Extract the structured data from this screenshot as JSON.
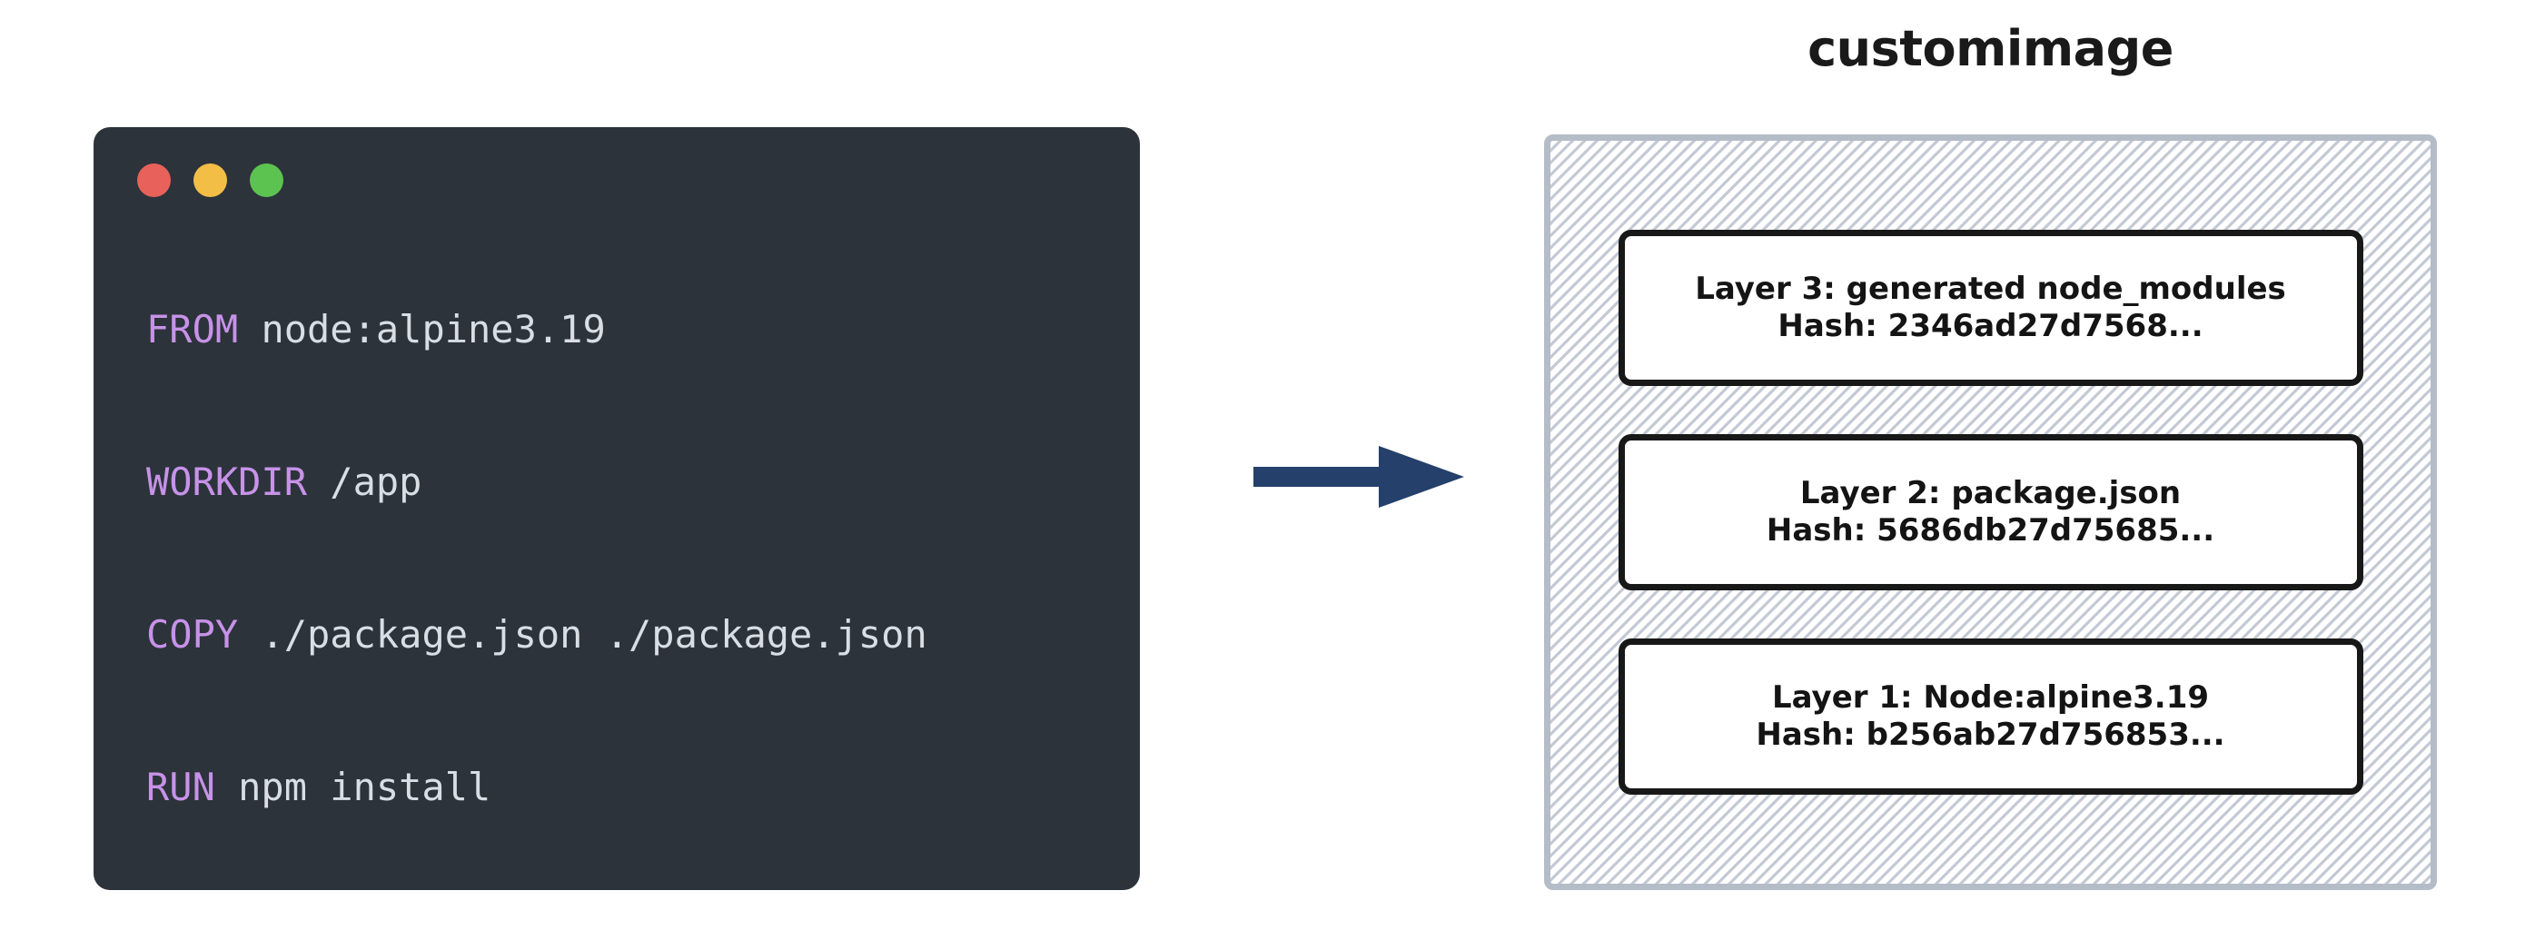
{
  "terminal": {
    "window_controls": [
      {
        "name": "close",
        "color": "#E8615A"
      },
      {
        "name": "minimize",
        "color": "#F2BE46"
      },
      {
        "name": "maximize",
        "color": "#5CC350"
      }
    ],
    "background_color": "#2C333B",
    "keyword_color": "#C792E8",
    "argument_color": "#D9DEE4",
    "dockerfile": [
      {
        "keyword": "FROM",
        "argument": " node:alpine3.19"
      },
      {
        "keyword": "WORKDIR",
        "argument": " /app"
      },
      {
        "keyword": "COPY",
        "argument": " ./package.json ./package.json"
      },
      {
        "keyword": "RUN",
        "argument": " npm install"
      }
    ]
  },
  "arrow": {
    "icon": "arrow-right-icon",
    "color": "#24406B"
  },
  "image_panel": {
    "title": "customimage",
    "border_color": "#B4BCC8",
    "layers": [
      {
        "label": "Layer 3: generated node_modules",
        "hash": "Hash: 2346ad27d7568..."
      },
      {
        "label": "Layer 2: package.json",
        "hash": "Hash: 5686db27d75685..."
      },
      {
        "label": "Layer 1: Node:alpine3.19",
        "hash": "Hash: b256ab27d756853..."
      }
    ]
  }
}
